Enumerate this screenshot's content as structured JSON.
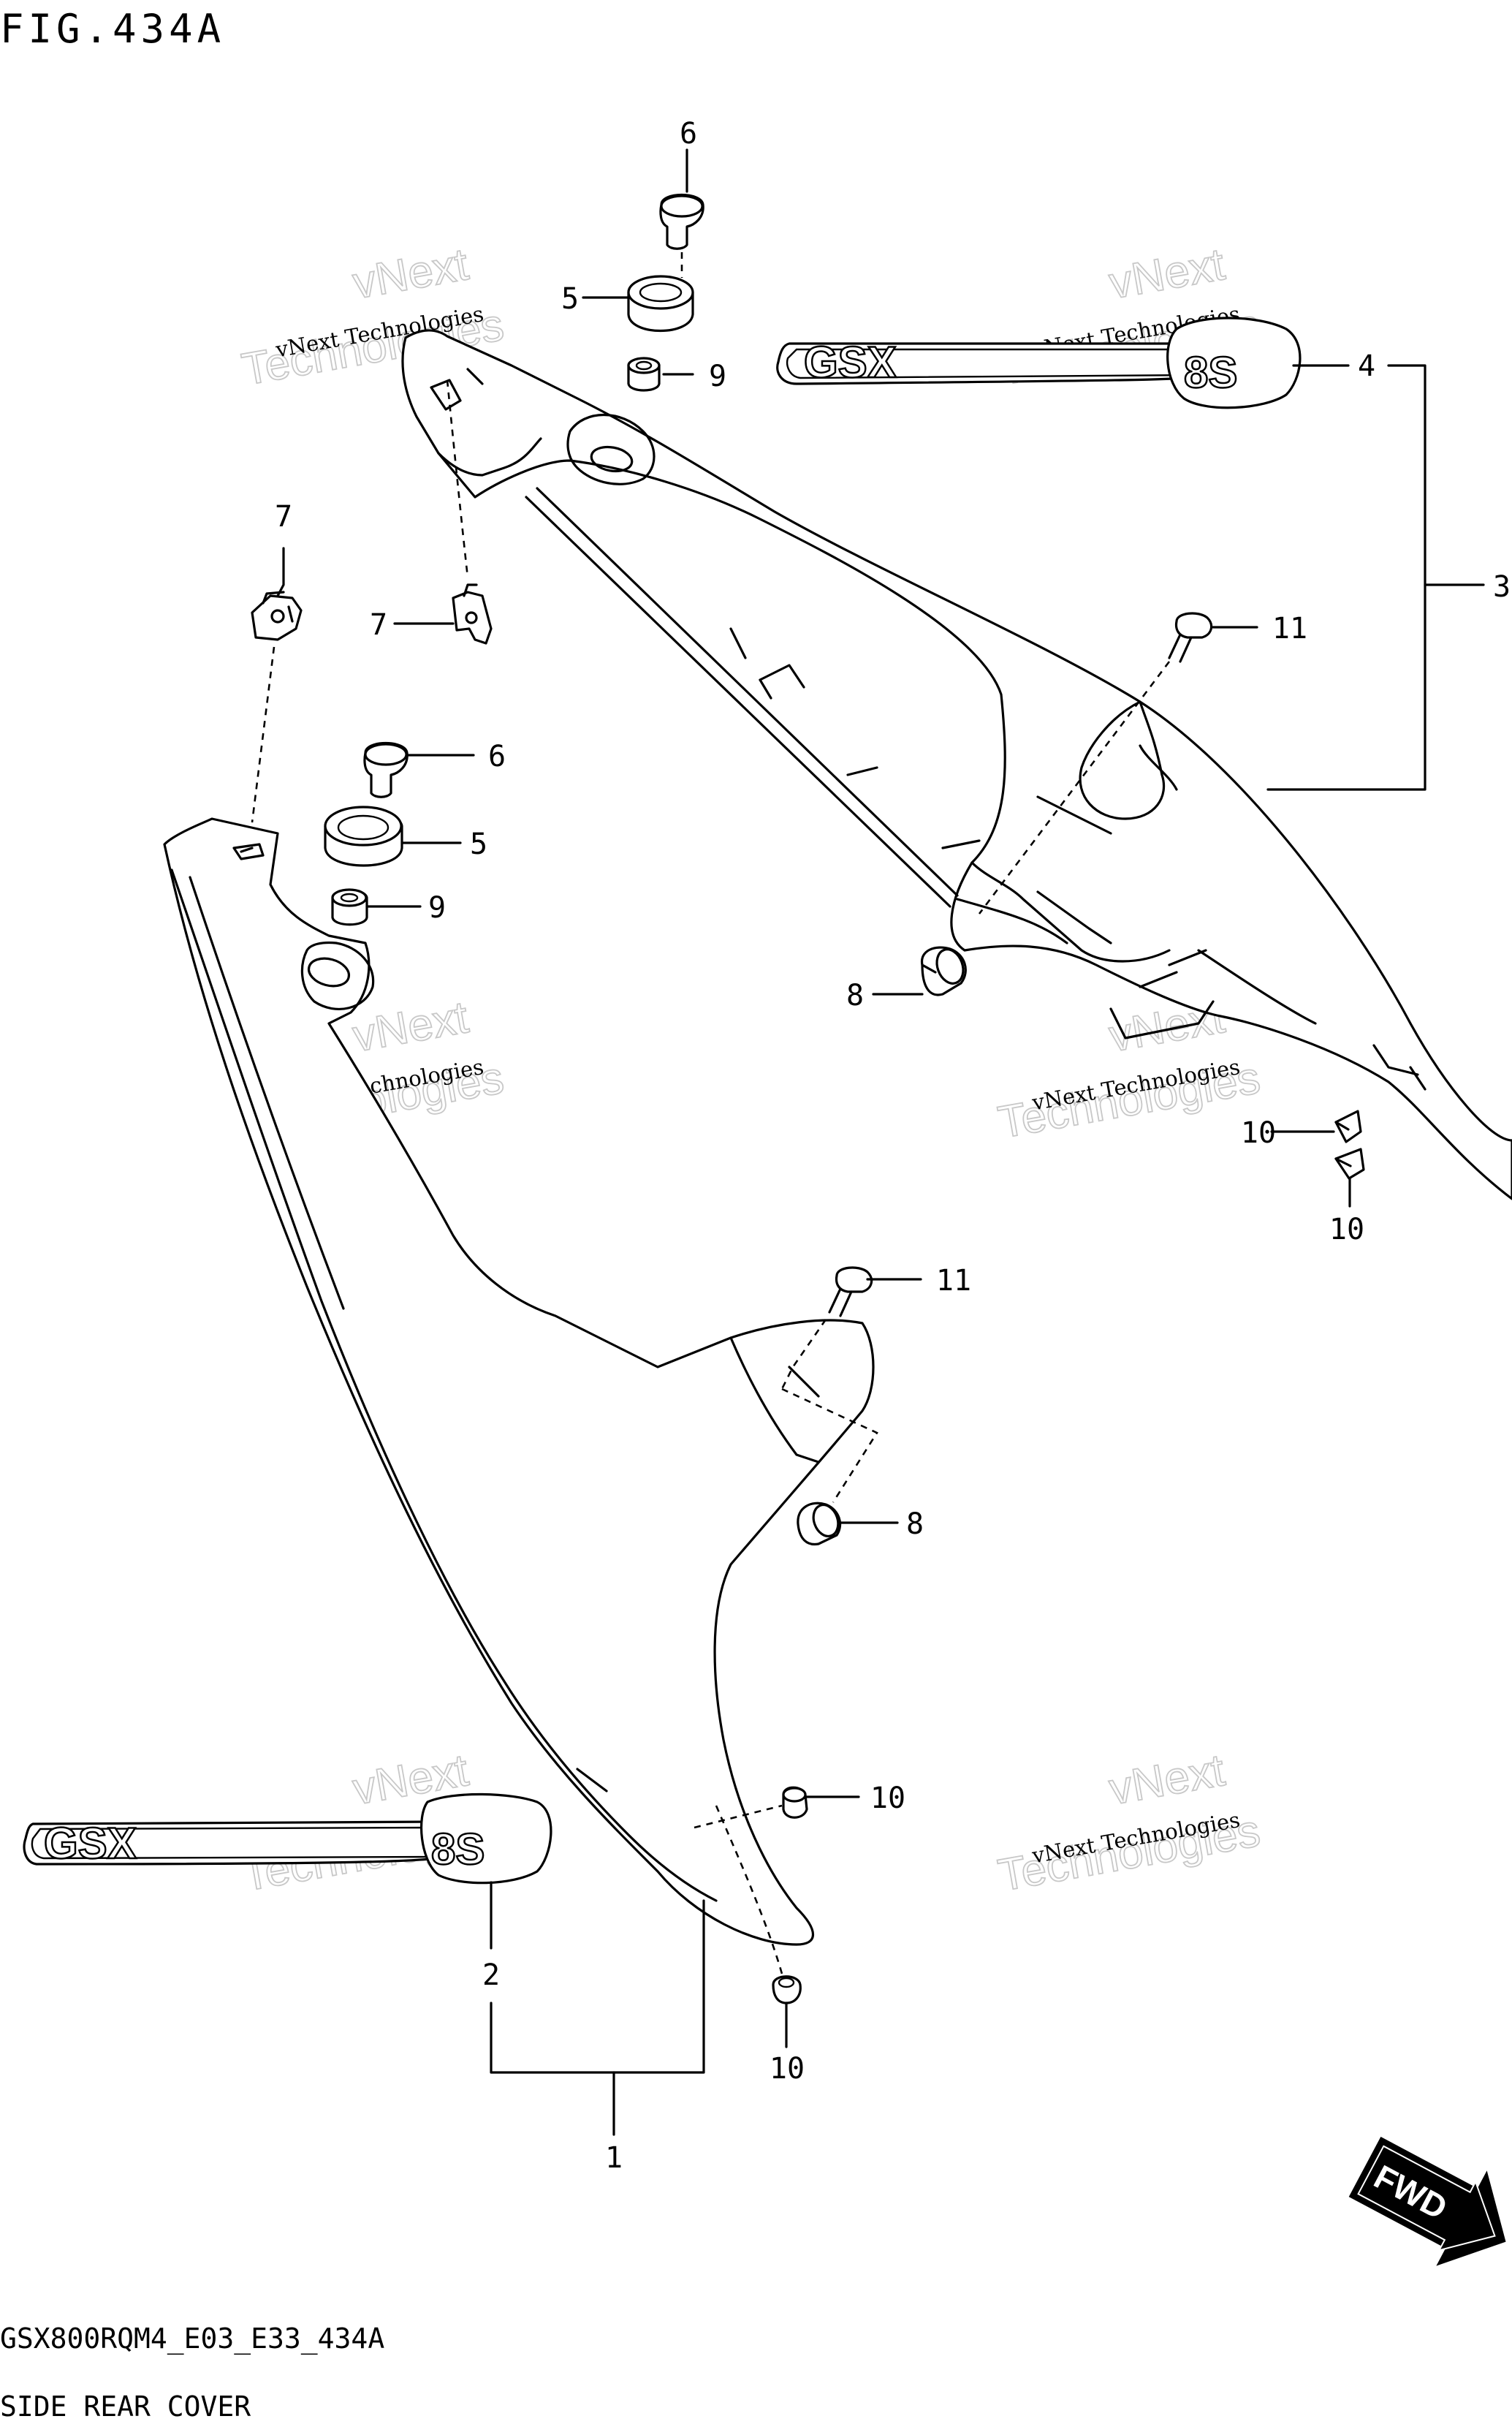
{
  "figure": {
    "title": "FIG.434A",
    "model_code": "GSX800RQM4_E03_E33_434A",
    "caption": "SIDE REAR COVER",
    "direction_marker": "FWD"
  },
  "watermark": {
    "line1": "vNext Technologies",
    "line2": "Technologies",
    "top": "vNext"
  },
  "decal_text": {
    "letters": "GSX",
    "number": "8S"
  },
  "callouts": {
    "c1": "1",
    "c2": "2",
    "c3": "3",
    "c4": "4",
    "c5a": "5",
    "c5b": "5",
    "c6a": "6",
    "c6b": "6",
    "c7a": "7",
    "c7b": "7",
    "c8a": "8",
    "c8b": "8",
    "c9a": "9",
    "c9b": "9",
    "c10a": "10",
    "c10b": "10",
    "c10c": "10",
    "c10d": "10",
    "c11a": "11",
    "c11b": "11"
  }
}
